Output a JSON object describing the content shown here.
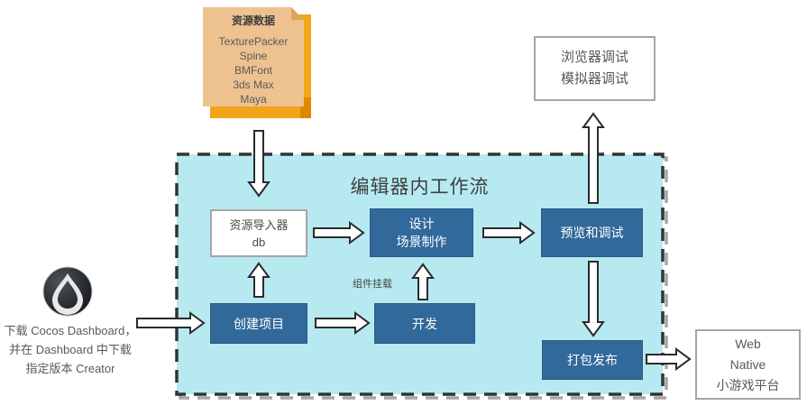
{
  "resource_doc": {
    "title": "资源数据",
    "items": [
      "TexturePacker",
      "Spine",
      "BMFont",
      "3ds Max",
      "Maya"
    ]
  },
  "debug_box": {
    "lines": [
      "浏览器调试",
      "模拟器调试"
    ]
  },
  "workflow": {
    "title": "编辑器内工作流",
    "nodes": {
      "importer": {
        "line1": "资源导入器",
        "line2": "db"
      },
      "design": {
        "line1": "设计",
        "line2": "场景制作"
      },
      "preview": {
        "label": "预览和调试"
      },
      "create": {
        "label": "创建项目"
      },
      "dev": {
        "label": "开发"
      },
      "package": {
        "label": "打包发布"
      }
    },
    "edge_label_component_mount": "组件挂载"
  },
  "publish_box": {
    "lines": [
      "Web",
      "Native",
      "小游戏平台"
    ]
  },
  "dashboard_note": {
    "lines": [
      "下载 Cocos Dashboard，",
      "并在 Dashboard 中下载",
      "指定版本 Creator"
    ]
  },
  "edges": [
    {
      "from": "resource-doc",
      "to": "importer"
    },
    {
      "from": "create",
      "to": "importer"
    },
    {
      "from": "importer",
      "to": "design"
    },
    {
      "from": "design",
      "to": "preview"
    },
    {
      "from": "preview",
      "to": "browser-debug"
    },
    {
      "from": "preview",
      "to": "package"
    },
    {
      "from": "dev",
      "to": "design"
    },
    {
      "from": "create",
      "to": "dev"
    },
    {
      "from": "dashboard-note",
      "to": "create"
    },
    {
      "from": "package",
      "to": "publish-targets"
    }
  ],
  "icons": {
    "cocos_logo": "cocos-droplet-logo"
  },
  "colors": {
    "container_fill": "#b7e9f0",
    "container_border": "#333333",
    "container_shadow": "#a6a6a6",
    "node_blue": "#32699b",
    "doc_fill": "#edc28f",
    "doc_accent_orange": "#f2a51b",
    "doc_fold": "#d9a45e",
    "box_border_gray": "#a6a6a6",
    "arrow_fill": "#ffffff",
    "arrow_stroke": "#2b2b2b",
    "text_dark": "#3f3f3f",
    "text_gray": "#595959"
  }
}
